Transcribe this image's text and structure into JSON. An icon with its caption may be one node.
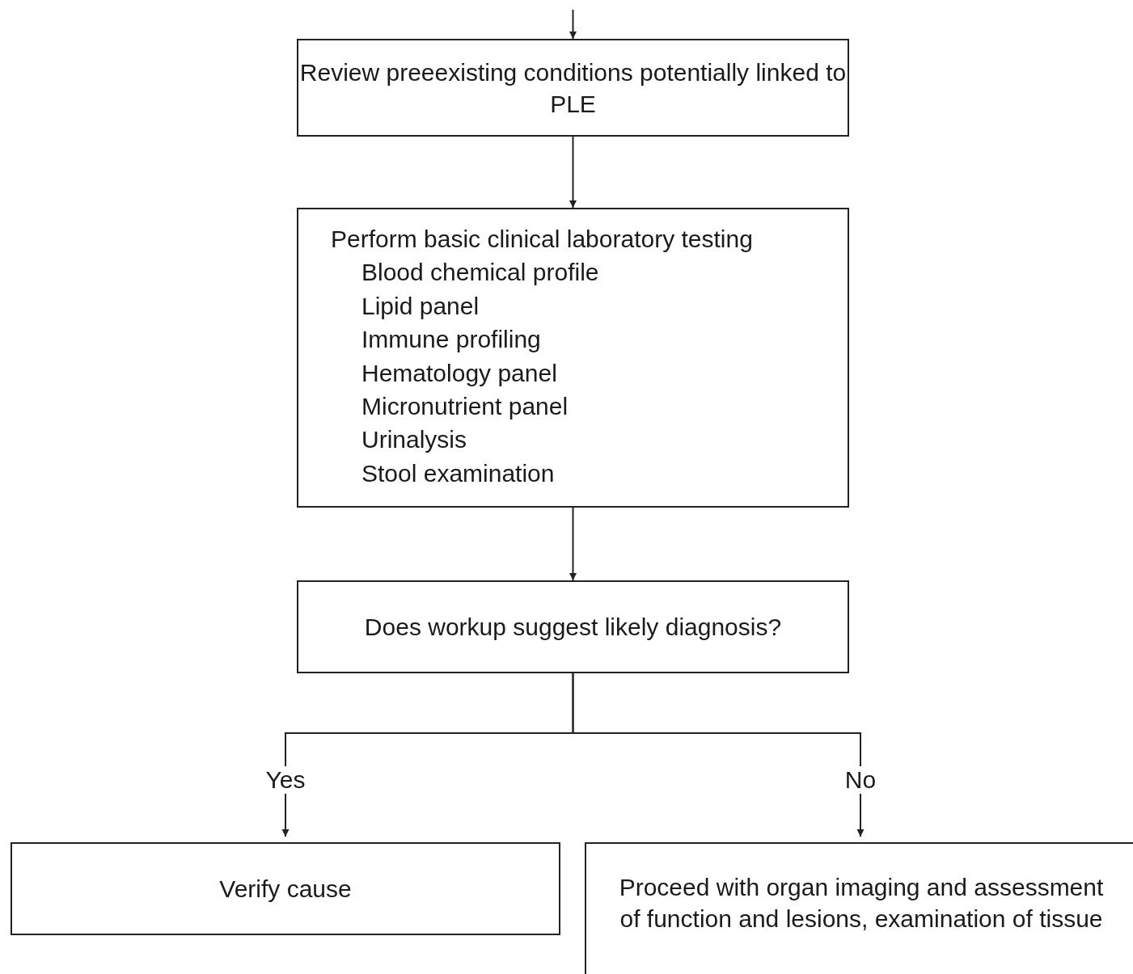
{
  "diagram": {
    "nodes": [
      {
        "text": [
          "Review preeexisting conditions potentially linked to PLE"
        ]
      },
      {
        "text": [
          "Perform basic clinical laboratory testing",
          "Blood chemical profile",
          "Lipid panel",
          "Immune profiling",
          "Hematology panel",
          "Micronutrient panel",
          "Urinalysis",
          "Stool examination"
        ]
      },
      {
        "text": [
          "Does workup suggest likely diagnosis?"
        ]
      },
      {
        "text": [
          "Verify cause"
        ]
      },
      {
        "text": [
          "Proceed with organ imaging and assessment of function and lesions, examination of tissue"
        ]
      }
    ],
    "edges": [
      {
        "from": null,
        "to": 0,
        "arrow": "to"
      },
      {
        "from": 0,
        "to": 1,
        "arrow": "to"
      },
      {
        "from": 1,
        "to": 2,
        "arrow": "to"
      },
      {
        "from": 2,
        "to": 3,
        "arrow": "to",
        "label": "Yes"
      },
      {
        "from": 2,
        "to": 4,
        "arrow": "to",
        "label": "No"
      }
    ]
  }
}
